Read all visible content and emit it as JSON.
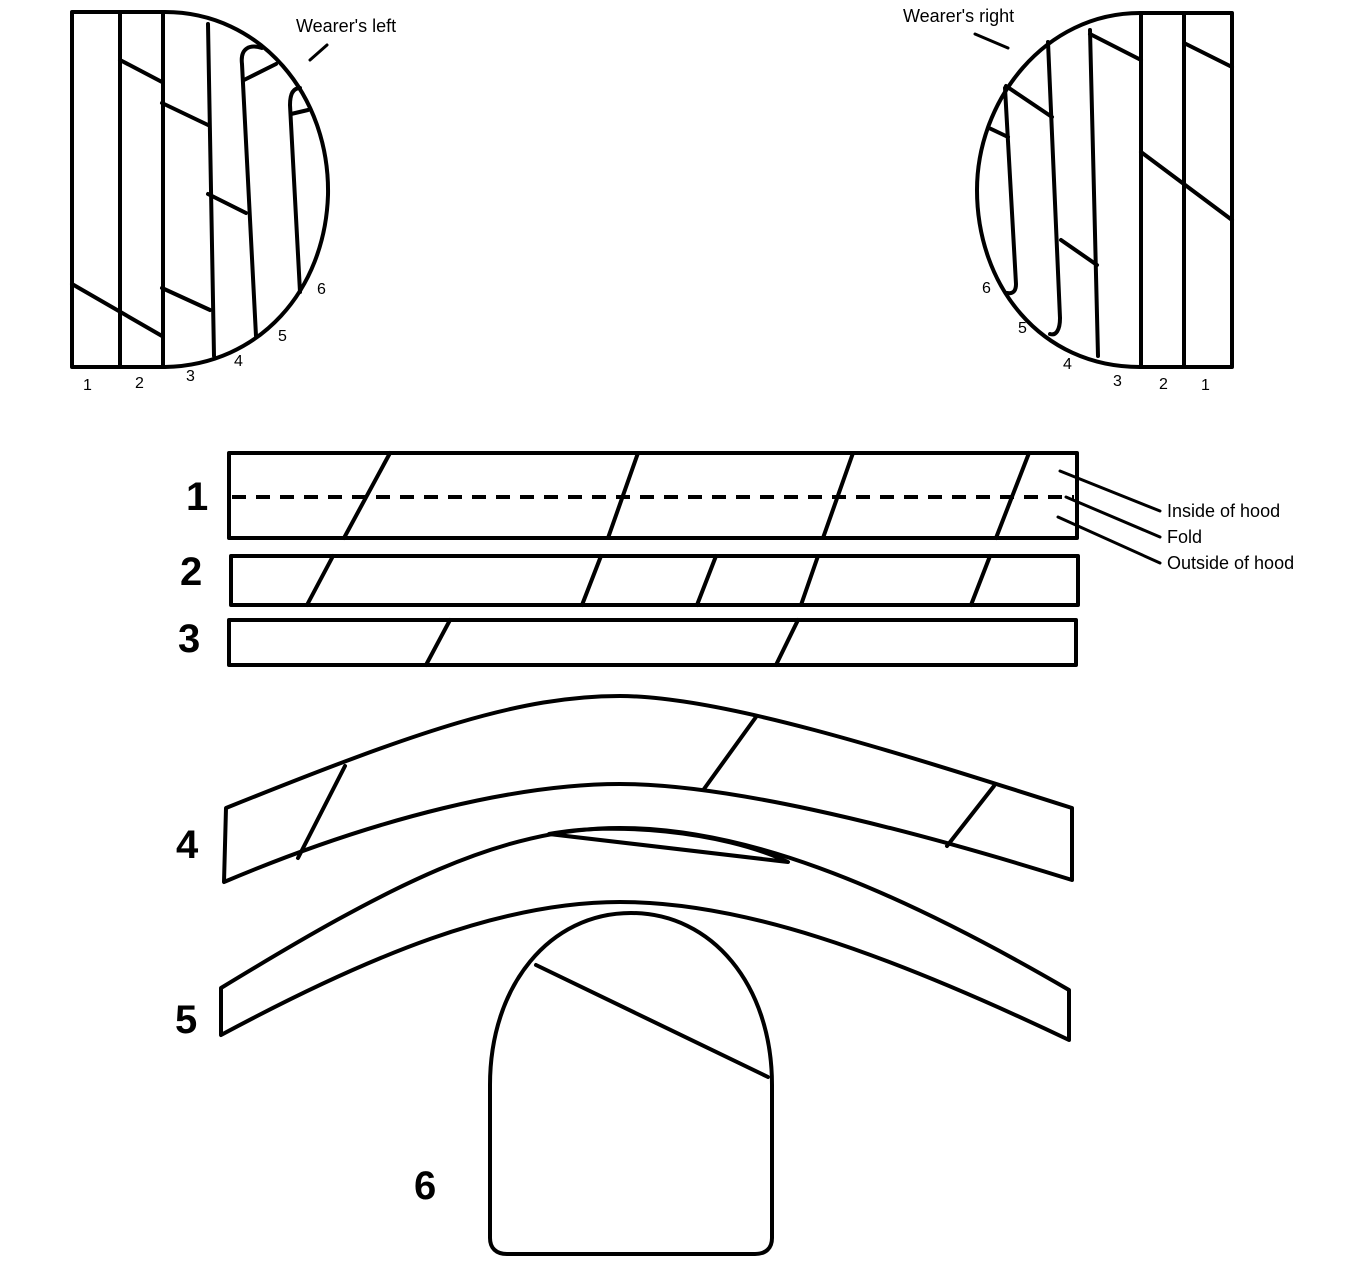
{
  "left_view": {
    "caption": "Wearer's left",
    "piece_numbers": [
      "1",
      "2",
      "3",
      "4",
      "5",
      "6"
    ]
  },
  "right_view": {
    "caption": "Wearer's right",
    "piece_numbers": [
      "6",
      "5",
      "4",
      "3",
      "2",
      "1"
    ]
  },
  "pieces": {
    "labels": [
      "1",
      "2",
      "3",
      "4",
      "5",
      "6"
    ]
  },
  "fold_callouts": {
    "inside": "Inside of hood",
    "fold": "Fold",
    "outside": "Outside of hood"
  }
}
